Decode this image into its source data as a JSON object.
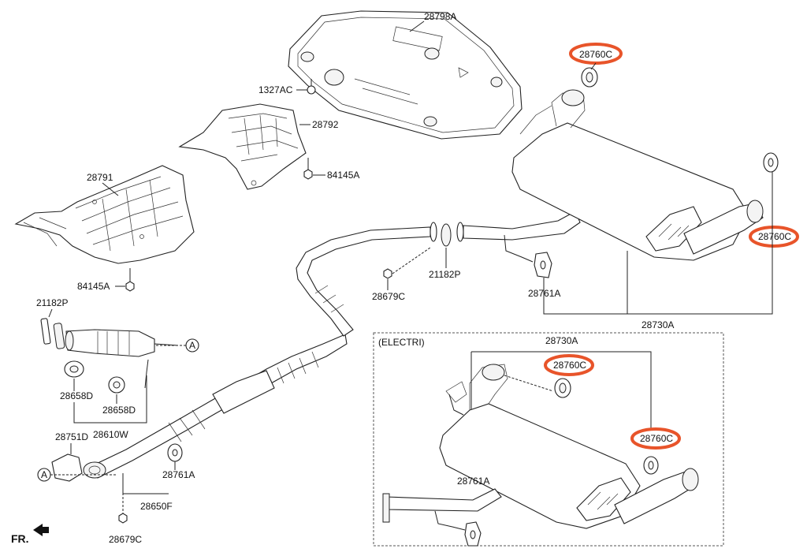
{
  "labels": {
    "l28798A": "28798A",
    "l1327AC": "1327AC",
    "l28792": "28792",
    "l84145A_top": "84145A",
    "l28791": "28791",
    "l84145A_left": "84145A",
    "l21182P_left": "21182P",
    "l28658D_a": "28658D",
    "l28658D_b": "28658D",
    "l28610W": "28610W",
    "l28751D": "28751D",
    "l28761A_bottom": "28761A",
    "l28650F": "28650F",
    "l28679C_bottom": "28679C",
    "l21182P_mid": "21182P",
    "l28679C_mid": "28679C",
    "l28761A_mid": "28761A",
    "l28730A_main": "28730A",
    "l28760C_top": "28760C",
    "l28760C_right": "28760C",
    "inset_title": "(ELECTRI)",
    "l28730A_inset": "28730A",
    "l28760C_inset1": "28760C",
    "l28760C_inset2": "28760C",
    "l28761A_inset": "28761A",
    "ref_a1": "A",
    "ref_a2": "A",
    "fr": "FR."
  },
  "colors": {
    "highlight": "#e8542a",
    "line": "#222222"
  }
}
